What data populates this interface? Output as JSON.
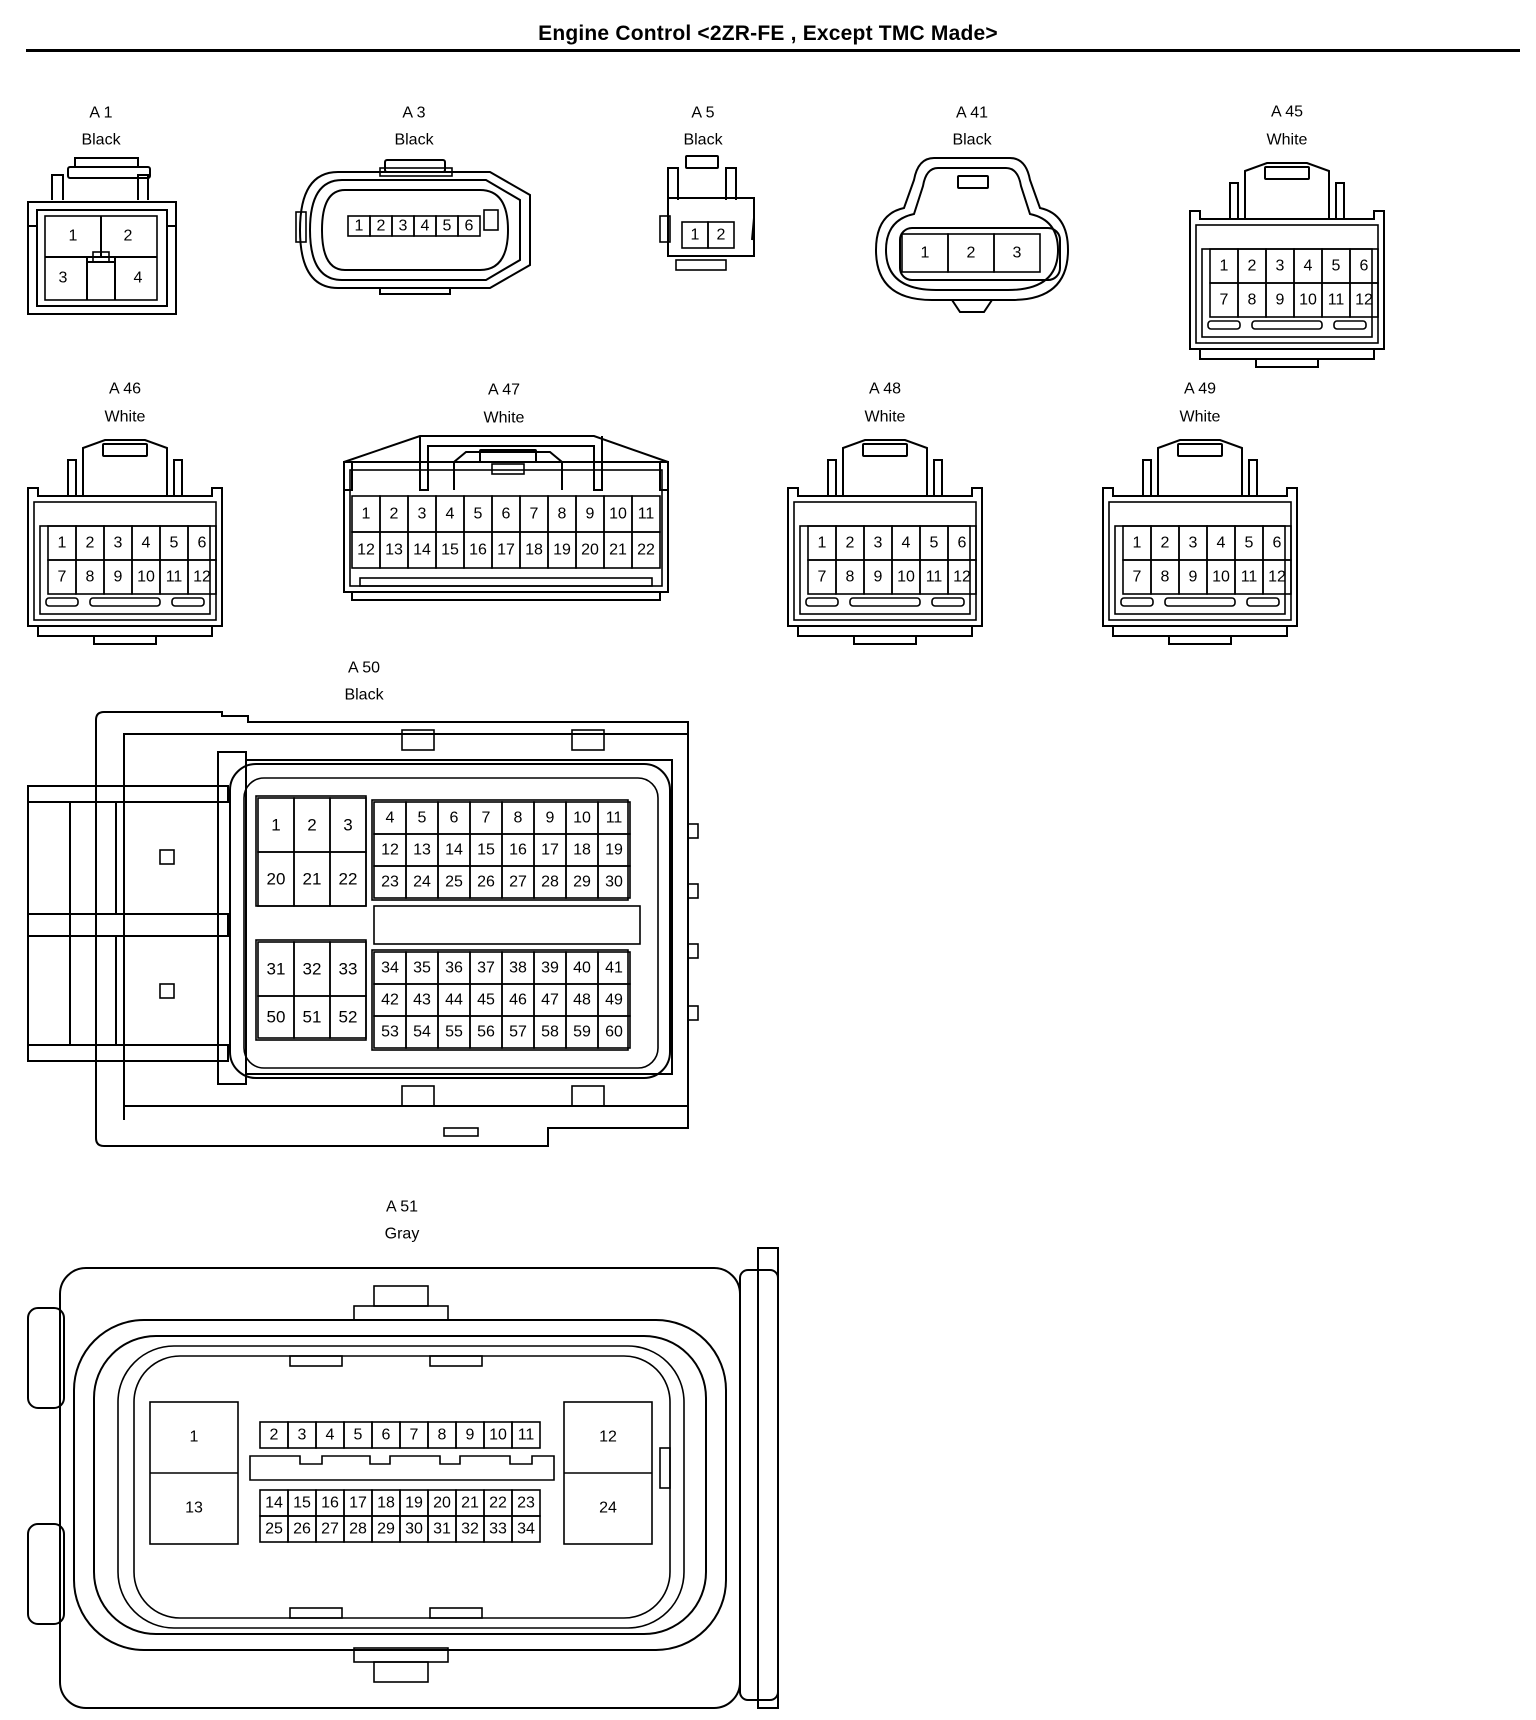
{
  "title": "Engine Control <2ZR-FE , Except TMC Made>",
  "connectors": [
    {
      "id": "A 1",
      "color": "Black",
      "pins": [
        "1",
        "2",
        "3",
        "4"
      ]
    },
    {
      "id": "A 3",
      "color": "Black",
      "pins": [
        "1",
        "2",
        "3",
        "4",
        "5",
        "6"
      ]
    },
    {
      "id": "A 5",
      "color": "Black",
      "pins": [
        "1",
        "2"
      ]
    },
    {
      "id": "A 41",
      "color": "Black",
      "pins": [
        "1",
        "2",
        "3"
      ]
    },
    {
      "id": "A 45",
      "color": "White",
      "pins": [
        "1",
        "2",
        "3",
        "4",
        "5",
        "6",
        "7",
        "8",
        "9",
        "10",
        "11",
        "12"
      ]
    },
    {
      "id": "A 46",
      "color": "White",
      "pins": [
        "1",
        "2",
        "3",
        "4",
        "5",
        "6",
        "7",
        "8",
        "9",
        "10",
        "11",
        "12"
      ]
    },
    {
      "id": "A 47",
      "color": "White",
      "pins": [
        "1",
        "2",
        "3",
        "4",
        "5",
        "6",
        "7",
        "8",
        "9",
        "10",
        "11",
        "12",
        "13",
        "14",
        "15",
        "16",
        "17",
        "18",
        "19",
        "20",
        "21",
        "22"
      ]
    },
    {
      "id": "A 48",
      "color": "White",
      "pins": [
        "1",
        "2",
        "3",
        "4",
        "5",
        "6",
        "7",
        "8",
        "9",
        "10",
        "11",
        "12"
      ]
    },
    {
      "id": "A 49",
      "color": "White",
      "pins": [
        "1",
        "2",
        "3",
        "4",
        "5",
        "6",
        "7",
        "8",
        "9",
        "10",
        "11",
        "12"
      ]
    },
    {
      "id": "A 50",
      "color": "Black",
      "pins": [
        "1",
        "2",
        "3",
        "4",
        "5",
        "6",
        "7",
        "8",
        "9",
        "10",
        "11",
        "12",
        "13",
        "14",
        "15",
        "16",
        "17",
        "18",
        "19",
        "20",
        "21",
        "22",
        "23",
        "24",
        "25",
        "26",
        "27",
        "28",
        "29",
        "30",
        "31",
        "32",
        "33",
        "34",
        "35",
        "36",
        "37",
        "38",
        "39",
        "40",
        "41",
        "42",
        "43",
        "44",
        "45",
        "46",
        "47",
        "48",
        "49",
        "50",
        "51",
        "52",
        "53",
        "54",
        "55",
        "56",
        "57",
        "58",
        "59",
        "60"
      ]
    },
    {
      "id": "A 51",
      "color": "Gray",
      "pins": [
        "1",
        "2",
        "3",
        "4",
        "5",
        "6",
        "7",
        "8",
        "9",
        "10",
        "11",
        "12",
        "13",
        "14",
        "15",
        "16",
        "17",
        "18",
        "19",
        "20",
        "21",
        "22",
        "23",
        "24",
        "25",
        "26",
        "27",
        "28",
        "29",
        "30",
        "31",
        "32",
        "33",
        "34"
      ]
    }
  ]
}
